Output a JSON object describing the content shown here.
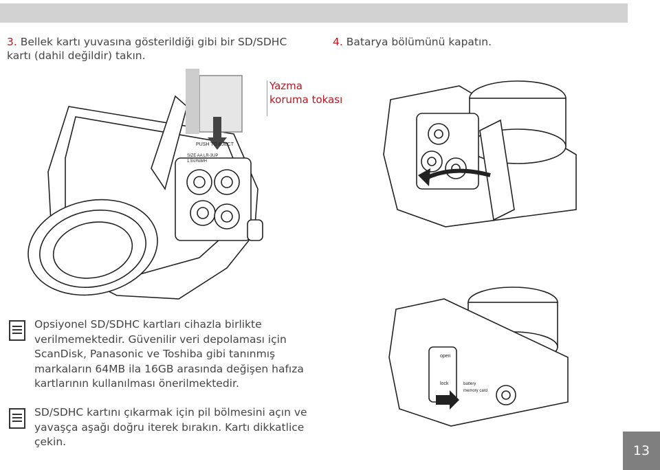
{
  "header": {},
  "steps": [
    {
      "number": "3.",
      "text": "Bellek kartı yuvasına gösterildiği gibi bir SD/SDHC kartı (dahil değildir) takın."
    },
    {
      "number": "4.",
      "text": "Batarya bölümünü kapatın."
    }
  ],
  "callout": {
    "line1": "Yazma",
    "line2": "koruma tokası"
  },
  "camera_labels": {
    "push_to_eject": "PUSH TO EJECT",
    "size_aa": "SIZE AA LR-3UP",
    "size_aa2": "1.5V/NiMH",
    "open": "open",
    "lock": "lock",
    "battery": "battery",
    "memory_card": "memory card"
  },
  "notes": [
    {
      "text": "Opsiyonel SD/SDHC kartları cihazla birlikte verilmemektedir. Güvenilir veri depolaması için ScanDisk, Panasonic ve Toshiba gibi tanınmış markaların 64MB ila 16GB arasında değişen hafıza kartlarının kullanılması önerilmektedir."
    },
    {
      "text": "SD/SDHC kartını çıkarmak için pil bölmesini açın ve yavaşça aşağı doğru iterek bırakın. Kartı dikkatlice çekin."
    }
  ],
  "page_number": "13",
  "colors": {
    "accent": "#c0141e",
    "bar": "#d2d2d2",
    "page_box": "#7f7f7f"
  }
}
